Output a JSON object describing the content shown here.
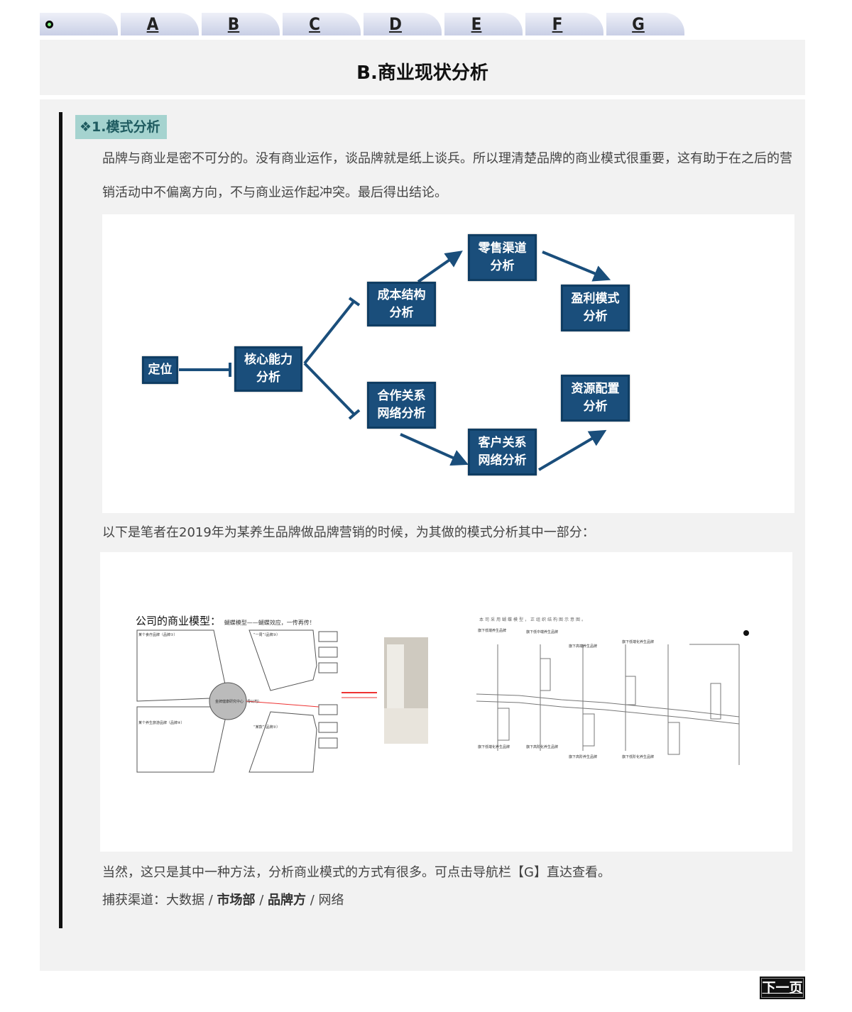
{
  "nav": {
    "tabs": [
      "A",
      "B",
      "C",
      "D",
      "E",
      "F",
      "G"
    ]
  },
  "header": {
    "title": "B.商业现状分析"
  },
  "section": {
    "tag": "❖1.模式分析",
    "paragraph1": "品牌与商业是密不可分的。没有商业运作，谈品牌就是纸上谈兵。所以理清楚品牌的商业模式很重要，这有助于在之后的营销活动中不偏离方向，不与商业运作起冲突。最后得出结论。",
    "paragraph2": "以下是笔者在2019年为某养生品牌做品牌营销的时候，为其做的模式分析其中一部分：",
    "paragraph3": "当然，这只是其中一种方法，分析商业模式的方式有很多。可点击导航栏【G】直达查看。",
    "channel_prefix": "捕获渠道：大数据 / ",
    "channel_market": "市场部",
    "channel_sep": " / ",
    "channel_brand": "品牌方",
    "channel_suffix": " / 网络"
  },
  "diagram": {
    "nodes": {
      "position": "定位",
      "core": "核心能力\n分析",
      "cost": "成本结构\n分析",
      "partner": "合作关系\n网络分析",
      "retail": "零售渠道\n分析",
      "customer": "客户关系\n网络分析",
      "profit": "盈利模式\n分析",
      "resource": "资源配置\n分析"
    },
    "color": "#1a4e7b"
  },
  "example": {
    "left_title": "公司的商业模型：",
    "left_subtitle": "蝴蝶模型——蝴蝶效应，一传再传！",
    "hub": "金牌健康研究中心（母公司）",
    "brand1": "某个食疗品牌（品牌①）",
    "brand2": "“一周”（品牌③）",
    "brand3": "某个养生旅游品牌（品牌④）",
    "brand4": "“某款”（品牌②）",
    "right_caption": "本司采用蝴蝶模型，正组织结构图示意图。",
    "flow_labels": [
      "旗下低端养生品牌",
      "旗下低中端养生品牌",
      "旗下高端养生品牌",
      "旗下低端化养生品牌",
      "旗下低端化养生品牌",
      "旗下高阶化养生品牌",
      "旗下高阶养生品牌",
      "旗下低阶化养生品牌"
    ]
  },
  "footer": {
    "next": "下一页"
  }
}
